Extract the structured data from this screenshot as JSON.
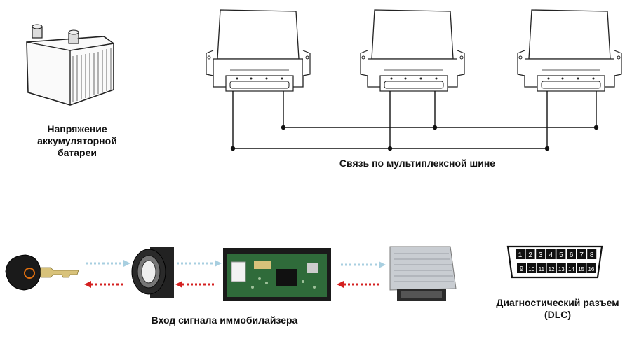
{
  "labels": {
    "battery": [
      "Напряжение",
      "аккумуляторной",
      "батареи"
    ],
    "bus": "Связь по мультиплексной шине",
    "immobilizer": "Вход сигнала иммобилайзера",
    "dlc": [
      "Диагностический разъем",
      "(DLC)"
    ]
  },
  "dlc_pins": {
    "top": [
      "1",
      "2",
      "3",
      "4",
      "5",
      "6",
      "7",
      "8"
    ],
    "bottom": [
      "9",
      "10",
      "11",
      "12",
      "13",
      "14",
      "15",
      "16"
    ]
  },
  "colors": {
    "line": "#111111",
    "arrow_to_ecu": "#a8cfe0",
    "arrow_to_key": "#d42020",
    "key_accent": "#e07010",
    "ecu_silver": "#c9cdd2",
    "board_green": "#2f6b3a"
  },
  "icons": [
    "battery-icon",
    "control-unit-icon",
    "key-icon",
    "antenna-coil-icon",
    "immobilizer-module-icon",
    "ecu-icon",
    "dlc-connector-icon"
  ]
}
